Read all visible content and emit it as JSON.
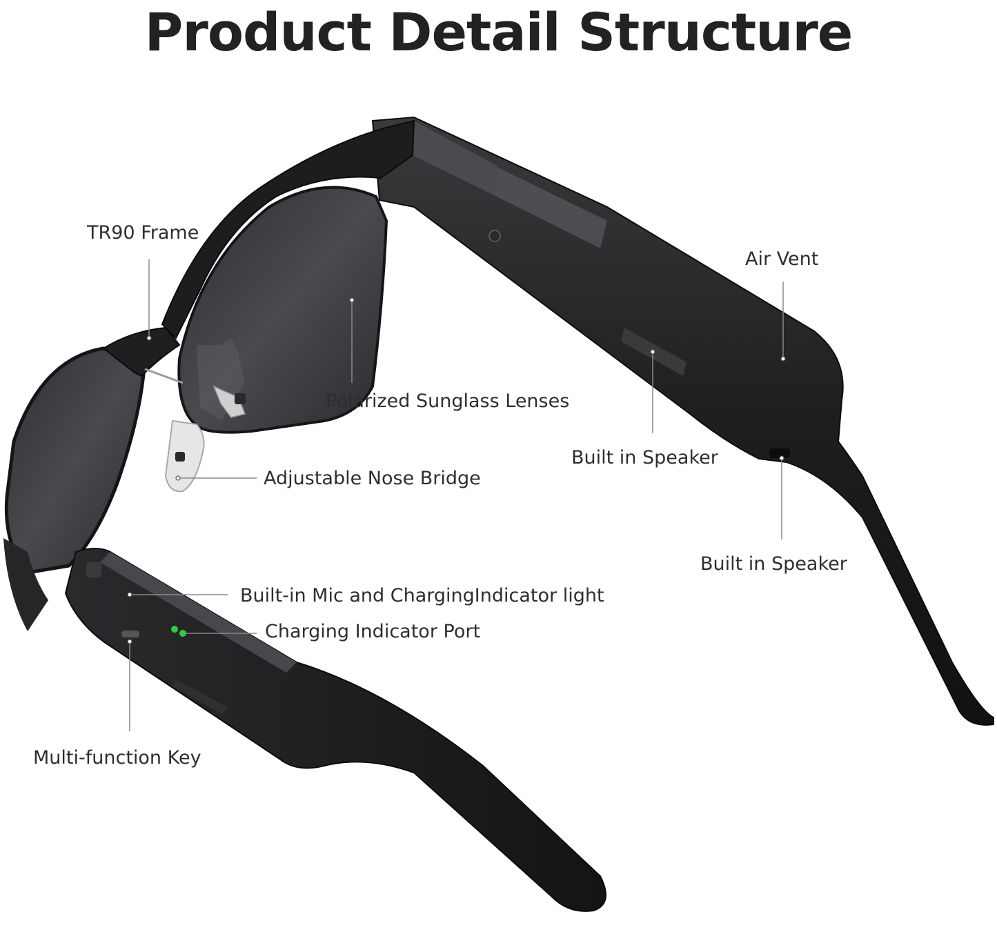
{
  "title": "Product Detail Structure",
  "colors": {
    "frame": "#1c1c1e",
    "lens": "#3d3d40",
    "leader": "#8a8a8a",
    "indicator": "#2ecc40",
    "text": "#2e2e2e"
  },
  "callouts": {
    "tr90_frame": "TR90 Frame",
    "air_vent": "Air Vent",
    "polarized_lenses": "Polarized Sunglass Lenses",
    "built_in_speaker_upper": "Built in Speaker",
    "adjustable_nose_bridge": "Adjustable Nose Bridge",
    "built_in_speaker_lower": "Built in Speaker",
    "mic_indicator": "Built-in Mic and ChargingIndicator light",
    "charging_port": "Charging Indicator Port",
    "multi_function_key": "Multi-function Key"
  }
}
